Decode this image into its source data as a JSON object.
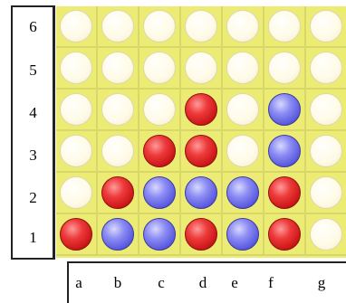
{
  "board": {
    "ranks": [
      "6",
      "5",
      "4",
      "3",
      "2",
      "1"
    ],
    "files": [
      "a",
      "b",
      "c",
      "d",
      "e",
      "f",
      "g"
    ],
    "grid": [
      [
        "empty",
        "empty",
        "empty",
        "empty",
        "empty",
        "empty",
        "empty"
      ],
      [
        "empty",
        "empty",
        "empty",
        "empty",
        "empty",
        "empty",
        "empty"
      ],
      [
        "empty",
        "empty",
        "empty",
        "red",
        "empty",
        "blue",
        "empty"
      ],
      [
        "empty",
        "empty",
        "red",
        "red",
        "empty",
        "blue",
        "empty"
      ],
      [
        "empty",
        "red",
        "blue",
        "blue",
        "blue",
        "red",
        "empty"
      ],
      [
        "red",
        "blue",
        "blue",
        "red",
        "blue",
        "red",
        "empty"
      ]
    ],
    "colors": {
      "board": "#ecec74",
      "grid_line": "#d7d76a",
      "red_disc": "#e02a2a",
      "blue_disc": "#6a6ae8",
      "empty_slot": "#fffbe8"
    }
  }
}
